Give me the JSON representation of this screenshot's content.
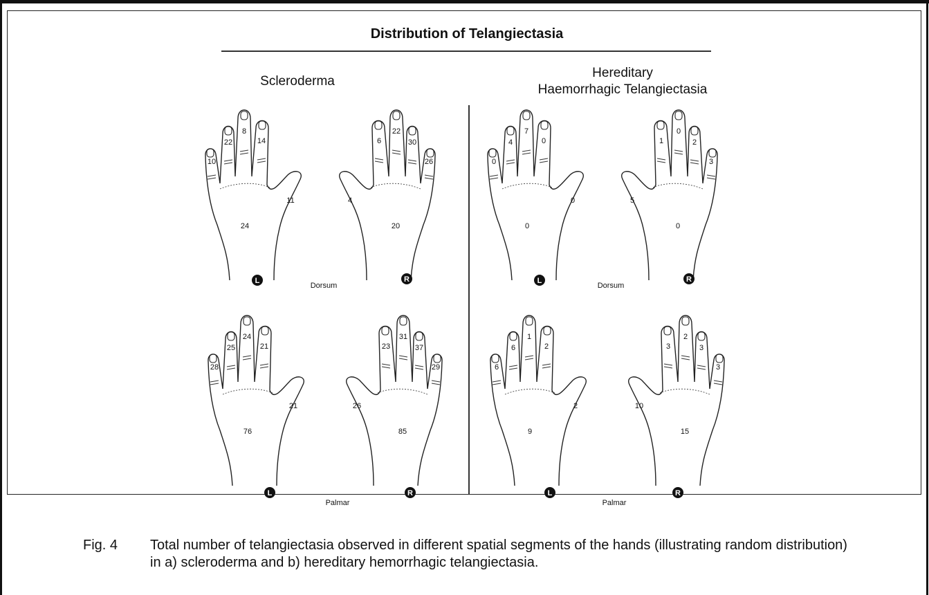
{
  "title": "Distribution of Telangiectasia",
  "groups": [
    {
      "name": "Scleroderma",
      "hands": [
        {
          "view": "Dorsum",
          "side": "L",
          "counts": [
            "10",
            "22",
            "8",
            "14",
            "11",
            "24"
          ]
        },
        {
          "view": "Dorsum",
          "side": "R",
          "counts": [
            "26",
            "30",
            "22",
            "6",
            "4",
            "20"
          ]
        },
        {
          "view": "Palmar",
          "side": "L",
          "counts": [
            "28",
            "25",
            "24",
            "21",
            "21",
            "76"
          ]
        },
        {
          "view": "Palmar",
          "side": "R",
          "counts": [
            "29",
            "37",
            "31",
            "23",
            "26",
            "85"
          ]
        }
      ],
      "dorsum_label": "Dorsum",
      "palmar_label": "Palmar"
    },
    {
      "name_line1": "Hereditary",
      "name_line2": "Haemorrhagic Telangiectasia",
      "hands": [
        {
          "view": "Dorsum",
          "side": "L",
          "counts": [
            "0",
            "4",
            "7",
            "0",
            "0",
            "0"
          ]
        },
        {
          "view": "Dorsum",
          "side": "R",
          "counts": [
            "3",
            "2",
            "0",
            "1",
            "5",
            "0"
          ]
        },
        {
          "view": "Palmar",
          "side": "L",
          "counts": [
            "6",
            "6",
            "1",
            "2",
            "2",
            "9"
          ]
        },
        {
          "view": "Palmar",
          "side": "R",
          "counts": [
            "3",
            "3",
            "2",
            "3",
            "10",
            "15"
          ]
        }
      ],
      "dorsum_label": "Dorsum",
      "palmar_label": "Palmar"
    }
  ],
  "caption": {
    "label": "Fig. 4",
    "text": "Total number of telangiectasia observed in different spatial segments of the hands (illustrating random distribution) in a) scleroderma and b) hereditary hemorrhagic telangiectasia."
  }
}
